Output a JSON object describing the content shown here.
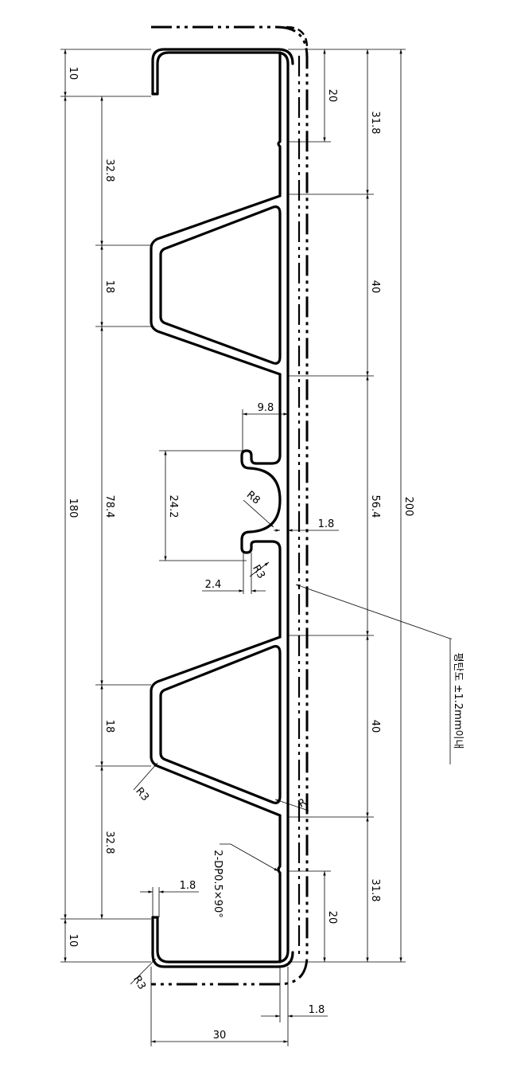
{
  "labels": {
    "d10_top": "10",
    "d10_bottom": "10",
    "d180": "180",
    "d32_8_top": "32.8",
    "d32_8_bottom": "32.8",
    "d18_top": "18",
    "d18_bottom": "18",
    "d78_4": "78.4",
    "d24_2": "24.2",
    "d9_8": "9.8",
    "r8": "R8",
    "r3_inner": "R3",
    "d2_4": "2.4",
    "d1_8_center": "1.8",
    "d20_top": "20",
    "d20_bottom": "20",
    "d31_8_top": "31.8",
    "d31_8_bottom": "31.8",
    "d40_top": "40",
    "d40_bottom": "40",
    "d56_4": "56.4",
    "d200": "200",
    "flatness_note": "평탄도 ±1.2mm이내",
    "r3_lower": "R3",
    "r_right": "R",
    "dp_note": "2-DP0.5×90°",
    "d1_8_left": "1.8",
    "r3_corner": "R3",
    "d1_8_bottom": "1.8",
    "d30": "30"
  }
}
